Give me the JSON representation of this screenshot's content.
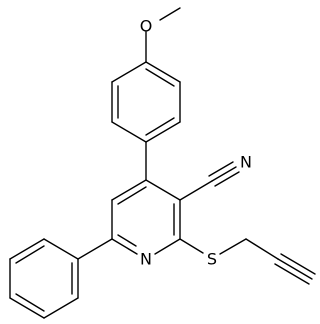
{
  "molecule": {
    "atoms": {
      "o_methoxy": "O",
      "n_nitrile": "N",
      "n_pyridine": "N",
      "s_thioether": "S"
    },
    "colors": {
      "bond": "#000000",
      "background": "#ffffff"
    }
  }
}
